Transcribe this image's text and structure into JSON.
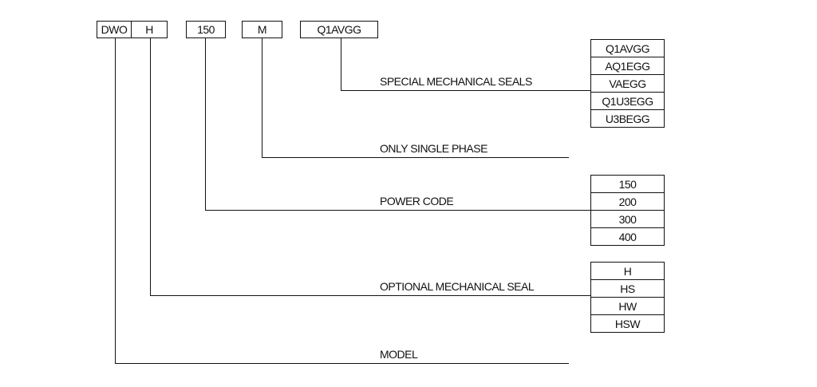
{
  "code_boxes": [
    "DWO",
    "H",
    "150",
    "M",
    "Q1AVGG"
  ],
  "branches": {
    "special_seals": {
      "label": "SPECIAL MECHANICAL SEALS",
      "options": [
        "Q1AVGG",
        "AQ1EGG",
        "VAEGG",
        "Q1U3EGG",
        "U3BEGG"
      ]
    },
    "single_phase": {
      "label": "ONLY SINGLE PHASE"
    },
    "power_code": {
      "label": "POWER CODE",
      "options": [
        "150",
        "200",
        "300",
        "400"
      ]
    },
    "optional_seal": {
      "label": "OPTIONAL MECHANICAL SEAL",
      "options": [
        "H",
        "HS",
        "HW",
        "HSW"
      ]
    },
    "model": {
      "label": "MODEL"
    }
  }
}
